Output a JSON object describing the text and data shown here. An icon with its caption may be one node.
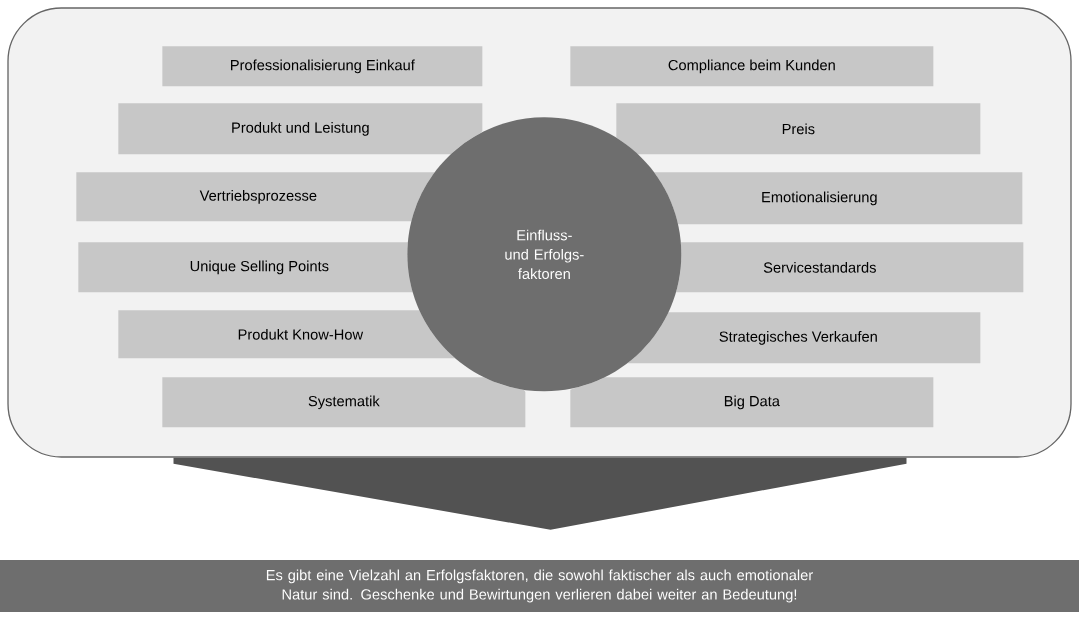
{
  "diagram": {
    "nodes": [
      {
        "text": [],
        "shape": "box"
      },
      {
        "text": [
          "Professionalisierung Einkauf"
        ],
        "in": 0
      },
      {
        "text": [
          "Compliance beim Kunden"
        ],
        "in": 0
      },
      {
        "text": [
          "Produkt und Leistung"
        ],
        "in": 0
      },
      {
        "text": [
          "Preis"
        ],
        "in": 0
      },
      {
        "text": [
          "Vertriebsprozesse"
        ],
        "in": 0
      },
      {
        "text": [
          "Emotionalisierung"
        ],
        "in": 0
      },
      {
        "text": [
          "Unique Selling Points"
        ],
        "in": 0
      },
      {
        "text": [
          "Servicestandards"
        ],
        "in": 0
      },
      {
        "text": [
          "Produkt Know-How"
        ],
        "in": 0
      },
      {
        "text": [
          "Strategisches Verkaufen"
        ],
        "in": 0
      },
      {
        "text": [
          "Systematik"
        ],
        "in": 0
      },
      {
        "text": [
          "Big Data"
        ],
        "in": 0
      },
      {
        "text": [
          "Einfluss- und Erfolgs-faktoren"
        ],
        "in": 0
      },
      {
        "text": [
          "Es gibt eine Vielzahl an Erfolgsfaktoren, die sowohl faktischer als auch emotionaler Natur sind. Geschenke und Bewirtungen verlieren dabei weiter an Bedeutung!"
        ]
      }
    ],
    "edges": [
      {
        "from": 0,
        "to": 14,
        "arrow": "to",
        "style": "thick"
      }
    ]
  }
}
